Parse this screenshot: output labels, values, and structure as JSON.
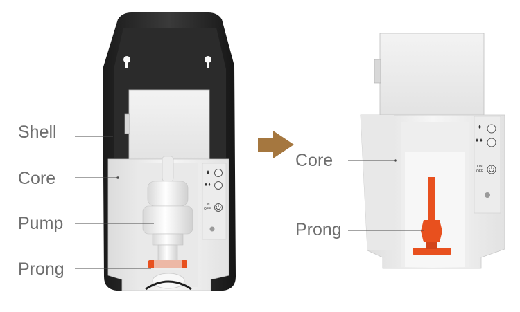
{
  "left_figure": {
    "labels": {
      "shell": "Shell",
      "core": "Core",
      "pump": "Pump",
      "prong": "Prong"
    },
    "panel": {
      "on_label": "ON",
      "off_label": "OFF"
    }
  },
  "right_figure": {
    "labels": {
      "core": "Core",
      "prong": "Prong"
    },
    "panel": {
      "on_label": "ON",
      "off_label": "OFF"
    }
  },
  "colors": {
    "shell": "#2a2a2a",
    "core_body": "#f2f2f2",
    "arrow": "#a5773f",
    "prong": "#e8501e",
    "label_text": "#6e6e6e"
  },
  "icons": [
    "drop-icon",
    "double-drop-icon",
    "power-icon",
    "arrow-right-icon"
  ]
}
